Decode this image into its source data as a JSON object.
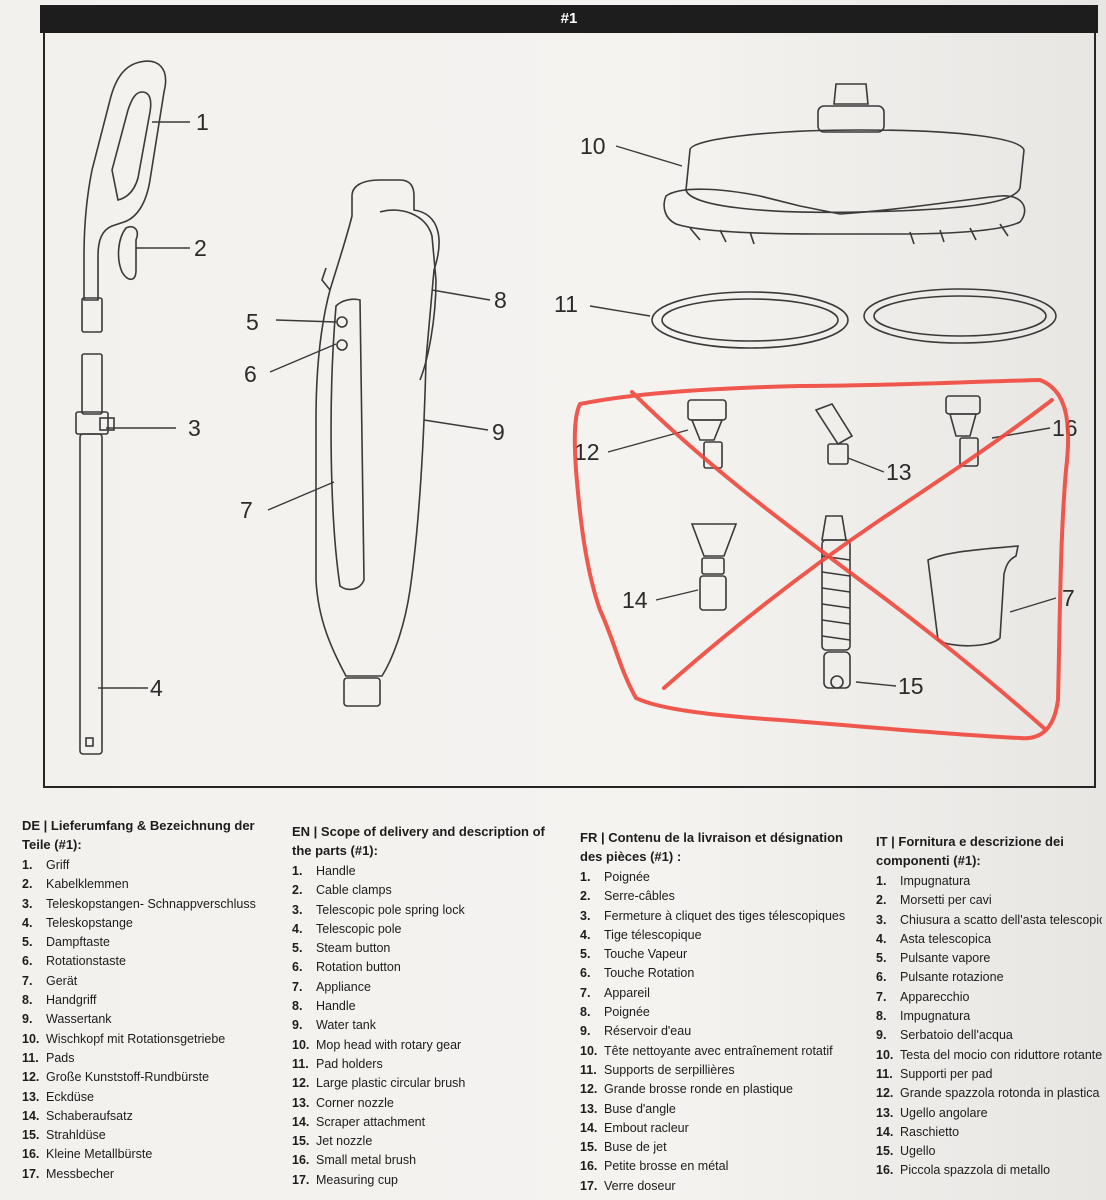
{
  "header": {
    "figure_tag": "#1"
  },
  "diagram": {
    "callouts": [
      "1",
      "2",
      "3",
      "4",
      "5",
      "6",
      "7",
      "8",
      "9",
      "10",
      "11",
      "12",
      "13",
      "14",
      "15",
      "16",
      "7"
    ]
  },
  "columns": [
    {
      "title": "DE | Lieferumfang & Bezeichnung der Teile (#1):",
      "items": [
        {
          "n": "1.",
          "t": "Griff"
        },
        {
          "n": "2.",
          "t": "Kabelklemmen"
        },
        {
          "n": "3.",
          "t": "Teleskopstangen- Schnappverschluss"
        },
        {
          "n": "4.",
          "t": "Teleskopstange"
        },
        {
          "n": "5.",
          "t": "Dampftaste"
        },
        {
          "n": "6.",
          "t": "Rotationstaste"
        },
        {
          "n": "7.",
          "t": "Gerät"
        },
        {
          "n": "8.",
          "t": "Handgriff"
        },
        {
          "n": "9.",
          "t": "Wassertank"
        },
        {
          "n": "10.",
          "t": "Wischkopf mit Rotationsgetriebe"
        },
        {
          "n": "11.",
          "t": "Pads"
        },
        {
          "n": "12.",
          "t": "Große Kunststoff-Rundbürste"
        },
        {
          "n": "13.",
          "t": "Eckdüse"
        },
        {
          "n": "14.",
          "t": "Schaberaufsatz"
        },
        {
          "n": "15.",
          "t": "Strahldüse"
        },
        {
          "n": "16.",
          "t": "Kleine Metallbürste"
        },
        {
          "n": "17.",
          "t": "Messbecher"
        }
      ]
    },
    {
      "title": "EN | Scope of delivery and description of the parts (#1):",
      "items": [
        {
          "n": "1.",
          "t": "Handle"
        },
        {
          "n": "2.",
          "t": "Cable clamps"
        },
        {
          "n": "3.",
          "t": "Telescopic pole spring lock"
        },
        {
          "n": "4.",
          "t": "Telescopic pole"
        },
        {
          "n": "5.",
          "t": "Steam button"
        },
        {
          "n": "6.",
          "t": "Rotation button"
        },
        {
          "n": "7.",
          "t": "Appliance"
        },
        {
          "n": "8.",
          "t": "Handle"
        },
        {
          "n": "9.",
          "t": "Water tank"
        },
        {
          "n": "10.",
          "t": "Mop head with rotary gear"
        },
        {
          "n": "11.",
          "t": "Pad holders"
        },
        {
          "n": "12.",
          "t": "Large plastic circular brush"
        },
        {
          "n": "13.",
          "t": "Corner nozzle"
        },
        {
          "n": "14.",
          "t": "Scraper attachment"
        },
        {
          "n": "15.",
          "t": "Jet nozzle"
        },
        {
          "n": "16.",
          "t": "Small metal brush"
        },
        {
          "n": "17.",
          "t": "Measuring cup"
        }
      ]
    },
    {
      "title": "FR | Contenu de la livraison et désignation des pièces (#1) :",
      "items": [
        {
          "n": "1.",
          "t": "Poignée"
        },
        {
          "n": "2.",
          "t": "Serre-câbles"
        },
        {
          "n": "3.",
          "t": "Fermeture à cliquet des tiges télescopiques"
        },
        {
          "n": "4.",
          "t": "Tige télescopique"
        },
        {
          "n": "5.",
          "t": "Touche Vapeur"
        },
        {
          "n": "6.",
          "t": "Touche Rotation"
        },
        {
          "n": "7.",
          "t": "Appareil"
        },
        {
          "n": "8.",
          "t": "Poignée"
        },
        {
          "n": "9.",
          "t": "Réservoir d'eau"
        },
        {
          "n": "10.",
          "t": "Tête nettoyante avec entraînement rotatif"
        },
        {
          "n": "11.",
          "t": "Supports de serpillières"
        },
        {
          "n": "12.",
          "t": "Grande brosse ronde en plastique"
        },
        {
          "n": "13.",
          "t": "Buse d'angle"
        },
        {
          "n": "14.",
          "t": "Embout racleur"
        },
        {
          "n": "15.",
          "t": "Buse de jet"
        },
        {
          "n": "16.",
          "t": "Petite brosse en métal"
        },
        {
          "n": "17.",
          "t": "Verre doseur"
        }
      ]
    },
    {
      "title": "IT | Fornitura e descrizione dei componenti (#1):",
      "items": [
        {
          "n": "1.",
          "t": "Impugnatura"
        },
        {
          "n": "2.",
          "t": "Morsetti per cavi"
        },
        {
          "n": "3.",
          "t": "Chiusura a scatto dell'asta telescopica"
        },
        {
          "n": "4.",
          "t": "Asta telescopica"
        },
        {
          "n": "5.",
          "t": "Pulsante vapore"
        },
        {
          "n": "6.",
          "t": "Pulsante rotazione"
        },
        {
          "n": "7.",
          "t": "Apparecchio"
        },
        {
          "n": "8.",
          "t": "Impugnatura"
        },
        {
          "n": "9.",
          "t": "Serbatoio dell'acqua"
        },
        {
          "n": "10.",
          "t": "Testa del mocio con riduttore rotante"
        },
        {
          "n": "11.",
          "t": "Supporti per pad"
        },
        {
          "n": "12.",
          "t": "Grande spazzola rotonda in plastica"
        },
        {
          "n": "13.",
          "t": "Ugello angolare"
        },
        {
          "n": "14.",
          "t": "Raschietto"
        },
        {
          "n": "15.",
          "t": "Ugello"
        },
        {
          "n": "16.",
          "t": "Piccola spazzola di metallo"
        }
      ]
    }
  ]
}
